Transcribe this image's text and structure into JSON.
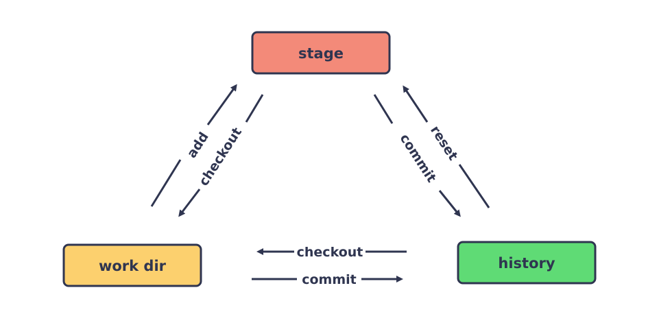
{
  "nodes": {
    "stage": {
      "label": "stage",
      "fill": "#f38a79"
    },
    "workdir": {
      "label": "work dir",
      "fill": "#fcd06e"
    },
    "history": {
      "label": "history",
      "fill": "#5fdb75"
    }
  },
  "edges": {
    "add": "add",
    "checkout_stage_to_workdir": "checkout",
    "reset": "reset",
    "commit_stage_to_history": "commit",
    "checkout_history_to_workdir": "checkout",
    "commit_workdir_to_history": "commit"
  },
  "colors": {
    "stroke": "#2f3550",
    "text": "#2f3550"
  }
}
